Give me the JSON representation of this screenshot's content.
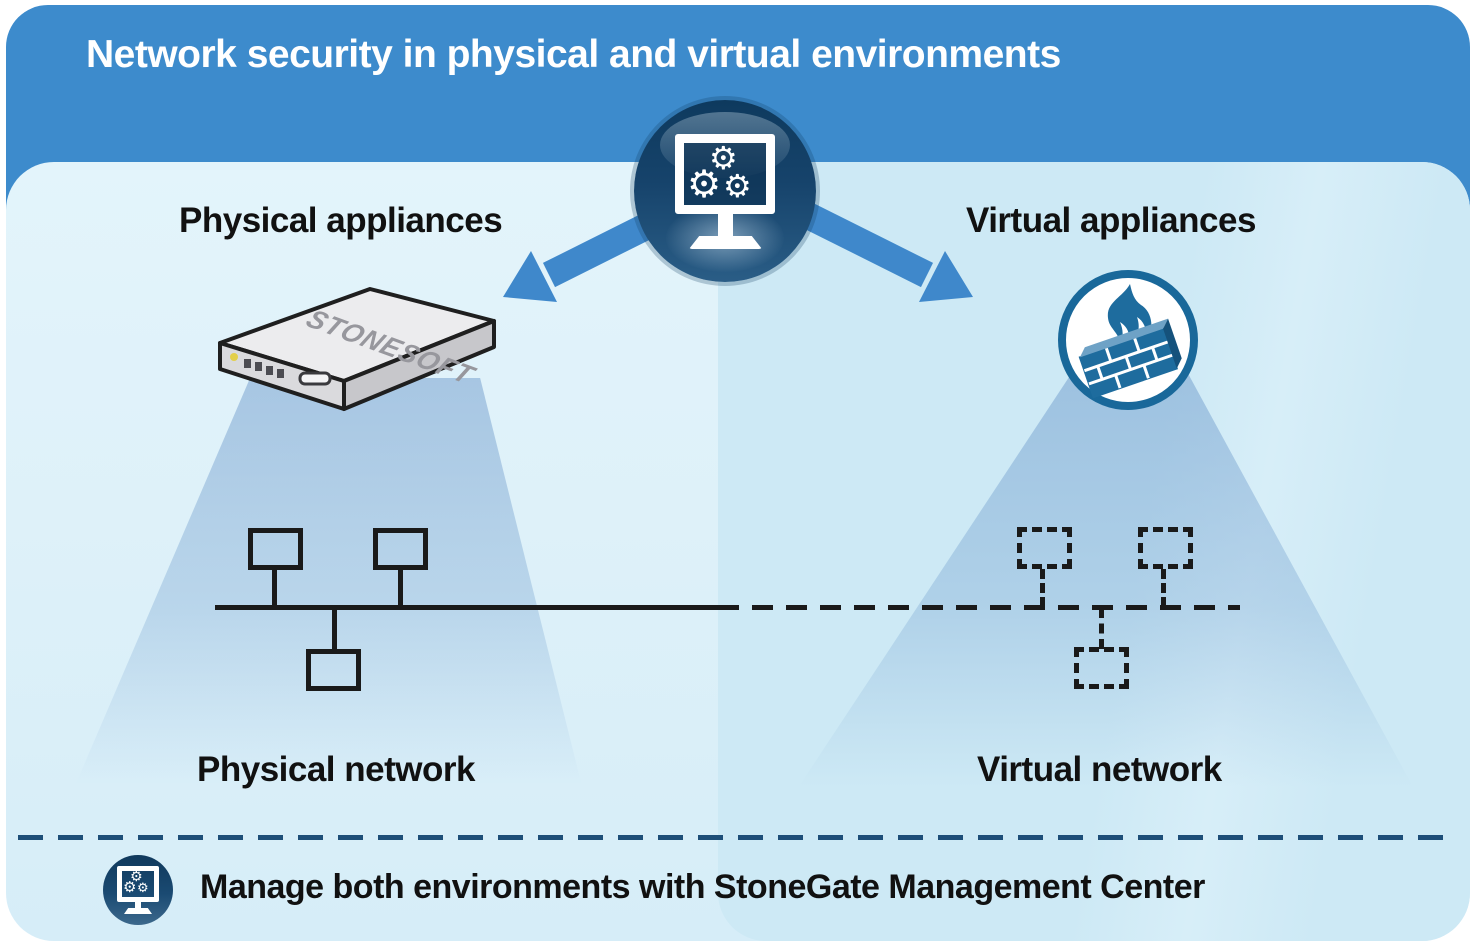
{
  "title": "Network security in physical and virtual environments",
  "physical": {
    "heading": "Physical appliances",
    "network_label": "Physical network",
    "device_brand": "STONESOFT"
  },
  "virtual": {
    "heading": "Virtual appliances",
    "network_label": "Virtual network"
  },
  "footer": {
    "message": "Manage both environments with StoneGate Management Center"
  },
  "icons": {
    "management_console": "monitor-with-gears",
    "virtual_firewall": "firewall-with-flame",
    "footer_console": "monitor-with-gears"
  },
  "colors": {
    "header_blue": "#3d8bcc",
    "panel_left_blue": "#def1f9",
    "panel_right_blue": "#cde9f5",
    "navy_icon": "#16436b",
    "arrow_blue": "#3f88cb",
    "firewall_teal": "#1e6c9e",
    "separator_navy": "#1d4e78",
    "diagram_line": "#1a1a1a"
  }
}
